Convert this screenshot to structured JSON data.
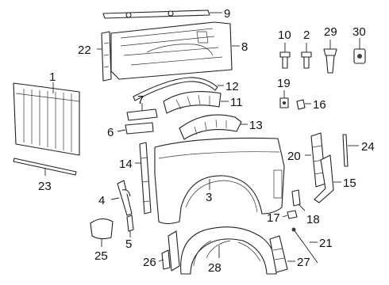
{
  "callouts": {
    "c1": "1",
    "c2": "2",
    "c3": "3",
    "c4": "4",
    "c5": "5",
    "c6": "6",
    "c7": "7",
    "c8": "8",
    "c9": "9",
    "c10": "10",
    "c11": "11",
    "c12": "12",
    "c13": "13",
    "c14": "14",
    "c15": "15",
    "c16": "16",
    "c17": "17",
    "c18": "18",
    "c19": "19",
    "c20": "20",
    "c21": "21",
    "c22": "22",
    "c23": "23",
    "c24": "24",
    "c25": "25",
    "c26": "26",
    "c27": "27",
    "c28": "28",
    "c29": "29",
    "c30": "30"
  },
  "colors": {
    "line": "#222222",
    "background": "#ffffff"
  }
}
